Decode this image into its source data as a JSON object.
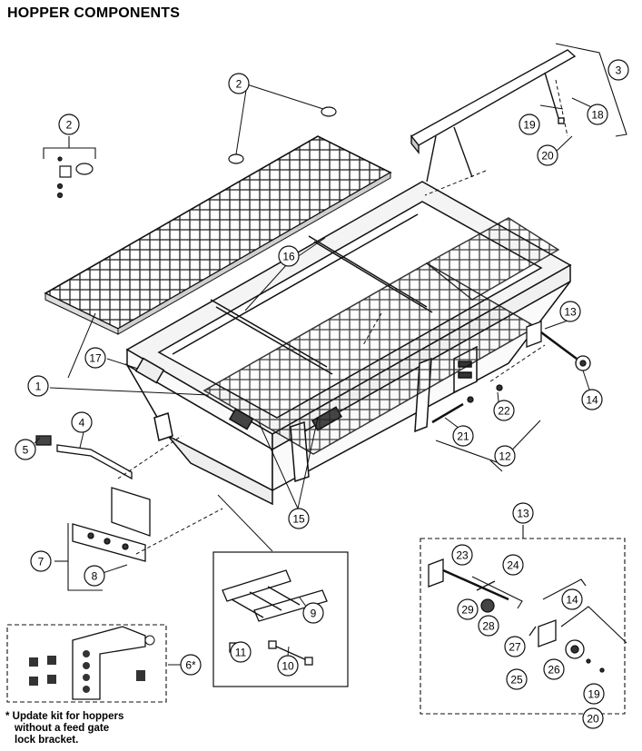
{
  "title": "HOPPER COMPONENTS",
  "footnote": {
    "line1": "* Update kit for hoppers",
    "line2": "without a feed gate",
    "line3": "lock bracket."
  },
  "callouts": [
    {
      "id": "c1",
      "label": "1"
    },
    {
      "id": "c2a",
      "label": "2"
    },
    {
      "id": "c2b",
      "label": "2"
    },
    {
      "id": "c3",
      "label": "3"
    },
    {
      "id": "c4",
      "label": "4"
    },
    {
      "id": "c5",
      "label": "5"
    },
    {
      "id": "c6",
      "label": "6*"
    },
    {
      "id": "c7",
      "label": "7"
    },
    {
      "id": "c8",
      "label": "8"
    },
    {
      "id": "c9",
      "label": "9"
    },
    {
      "id": "c10",
      "label": "10"
    },
    {
      "id": "c11",
      "label": "11"
    },
    {
      "id": "c12",
      "label": "12"
    },
    {
      "id": "c13a",
      "label": "13"
    },
    {
      "id": "c13b",
      "label": "13"
    },
    {
      "id": "c14a",
      "label": "14"
    },
    {
      "id": "c14b",
      "label": "14"
    },
    {
      "id": "c15",
      "label": "15"
    },
    {
      "id": "c16",
      "label": "16"
    },
    {
      "id": "c17",
      "label": "17"
    },
    {
      "id": "c18",
      "label": "18"
    },
    {
      "id": "c19a",
      "label": "19"
    },
    {
      "id": "c19b",
      "label": "19"
    },
    {
      "id": "c20a",
      "label": "20"
    },
    {
      "id": "c20b",
      "label": "20"
    },
    {
      "id": "c21",
      "label": "21"
    },
    {
      "id": "c22",
      "label": "22"
    },
    {
      "id": "c23",
      "label": "23"
    },
    {
      "id": "c24",
      "label": "24"
    },
    {
      "id": "c25",
      "label": "25"
    },
    {
      "id": "c26",
      "label": "26"
    },
    {
      "id": "c27",
      "label": "27"
    },
    {
      "id": "c28",
      "label": "28"
    },
    {
      "id": "c29",
      "label": "29"
    }
  ]
}
